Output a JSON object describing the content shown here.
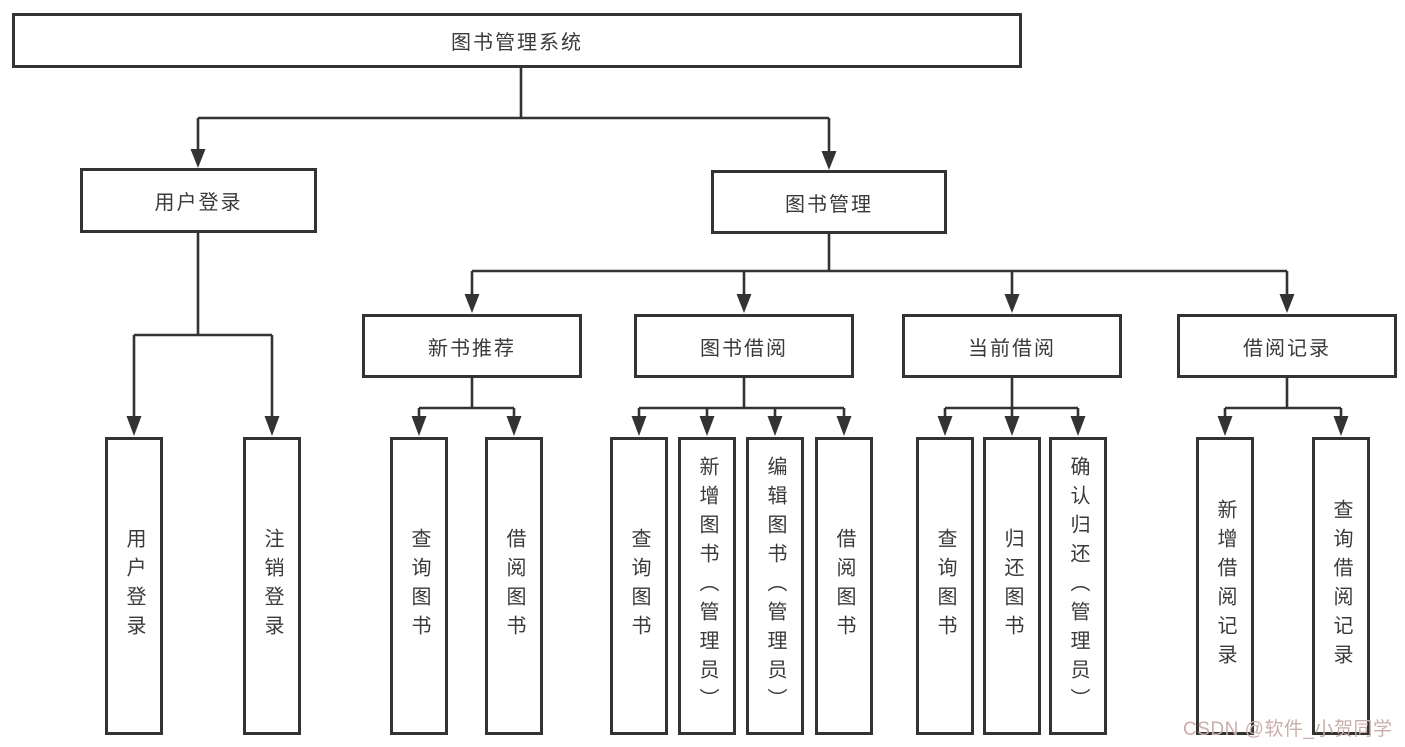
{
  "diagram": {
    "root": {
      "label": "图书管理系统"
    },
    "level2": [
      {
        "label": "用户登录"
      },
      {
        "label": "图书管理"
      }
    ],
    "level3": [
      {
        "label": "新书推荐"
      },
      {
        "label": "图书借阅"
      },
      {
        "label": "当前借阅"
      },
      {
        "label": "借阅记录"
      }
    ],
    "leaves": {
      "user_login": [
        "用户登录",
        "注销登录"
      ],
      "new_book": [
        "查询图书",
        "借阅图书"
      ],
      "book_borrow": [
        "查询图书",
        "新增图书（管理员）",
        "编辑图书（管理员）",
        "借阅图书"
      ],
      "current_borrow": [
        "查询图书",
        "归还图书",
        "确认归还（管理员）"
      ],
      "borrow_records": [
        "新增借阅记录",
        "查询借阅记录"
      ]
    }
  },
  "watermark": {
    "text": "CSDN @软件_小贺同学",
    "color": "#c9afab"
  },
  "colors": {
    "line": "#333333",
    "box_border": "#333333",
    "background": "#ffffff",
    "text": "#3a3a3a"
  }
}
